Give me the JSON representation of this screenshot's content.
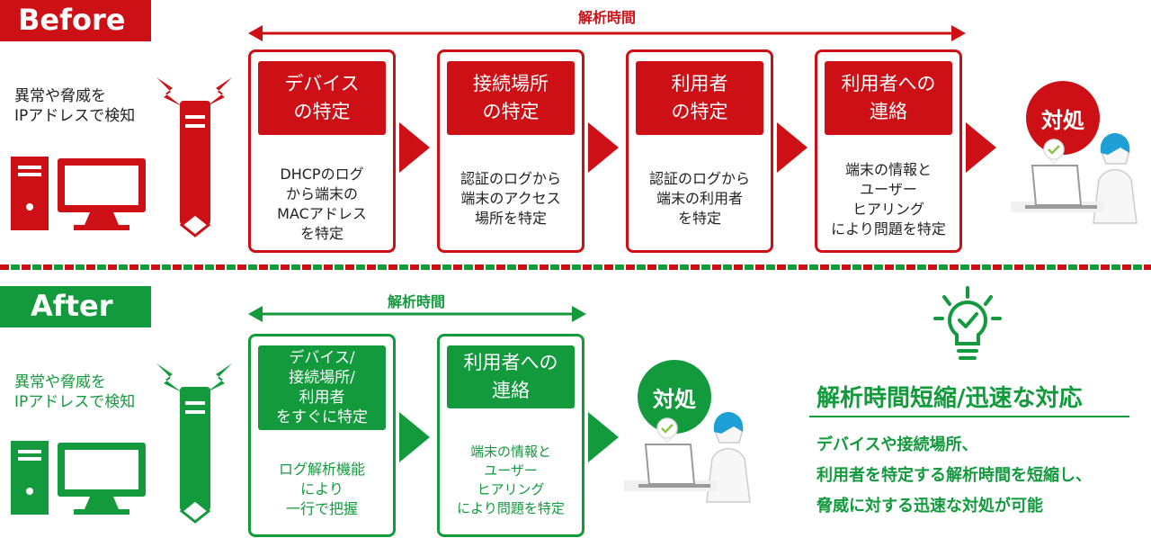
{
  "colors": {
    "red": "#cc1016",
    "green": "#139a3d",
    "person_hair": "#1e9fd6"
  },
  "before": {
    "banner": "Before",
    "detect": "異常や脅威を\nIPアドレスで検知",
    "time_label": "解析時間",
    "steps": [
      {
        "title": "デバイス\nの特定",
        "body": "DHCPのログ\nから端末の\nMACアドレス\nを特定"
      },
      {
        "title": "接続場所\nの特定",
        "body": "認証のログから\n端末のアクセス\n場所を特定"
      },
      {
        "title": "利用者\nの特定",
        "body": "認証のログから\n端末の利用者\nを特定"
      },
      {
        "title": "利用者への\n連絡",
        "body": "端末の情報と\nユーザー\nヒアリング\nにより問題を特定"
      }
    ],
    "action": "対処"
  },
  "after": {
    "banner": "After",
    "detect": "異常や脅威を\nIPアドレスで検知",
    "time_label": "解析時間",
    "steps": [
      {
        "title": "デバイス/\n接続場所/\n利用者\nをすぐに特定",
        "body": "ログ解析機能\nにより\n一行で把握"
      },
      {
        "title": "利用者への\n連絡",
        "body": "端末の情報と\nユーザー\nヒアリング\nにより問題を特定"
      }
    ],
    "action": "対処"
  },
  "summary": {
    "title": "解析時間短縮/迅速な対応",
    "body": "デバイスや接続場所、\n利用者を特定する解析時間を短縮し、\n脅威に対する迅速な対処が可能"
  },
  "icons": {
    "sensor": "sensor-pole-icon",
    "computer": "desktop-computer-icon",
    "person": "person-at-laptop-icon",
    "bulb": "lightbulb-check-icon",
    "check": "check-icon"
  }
}
